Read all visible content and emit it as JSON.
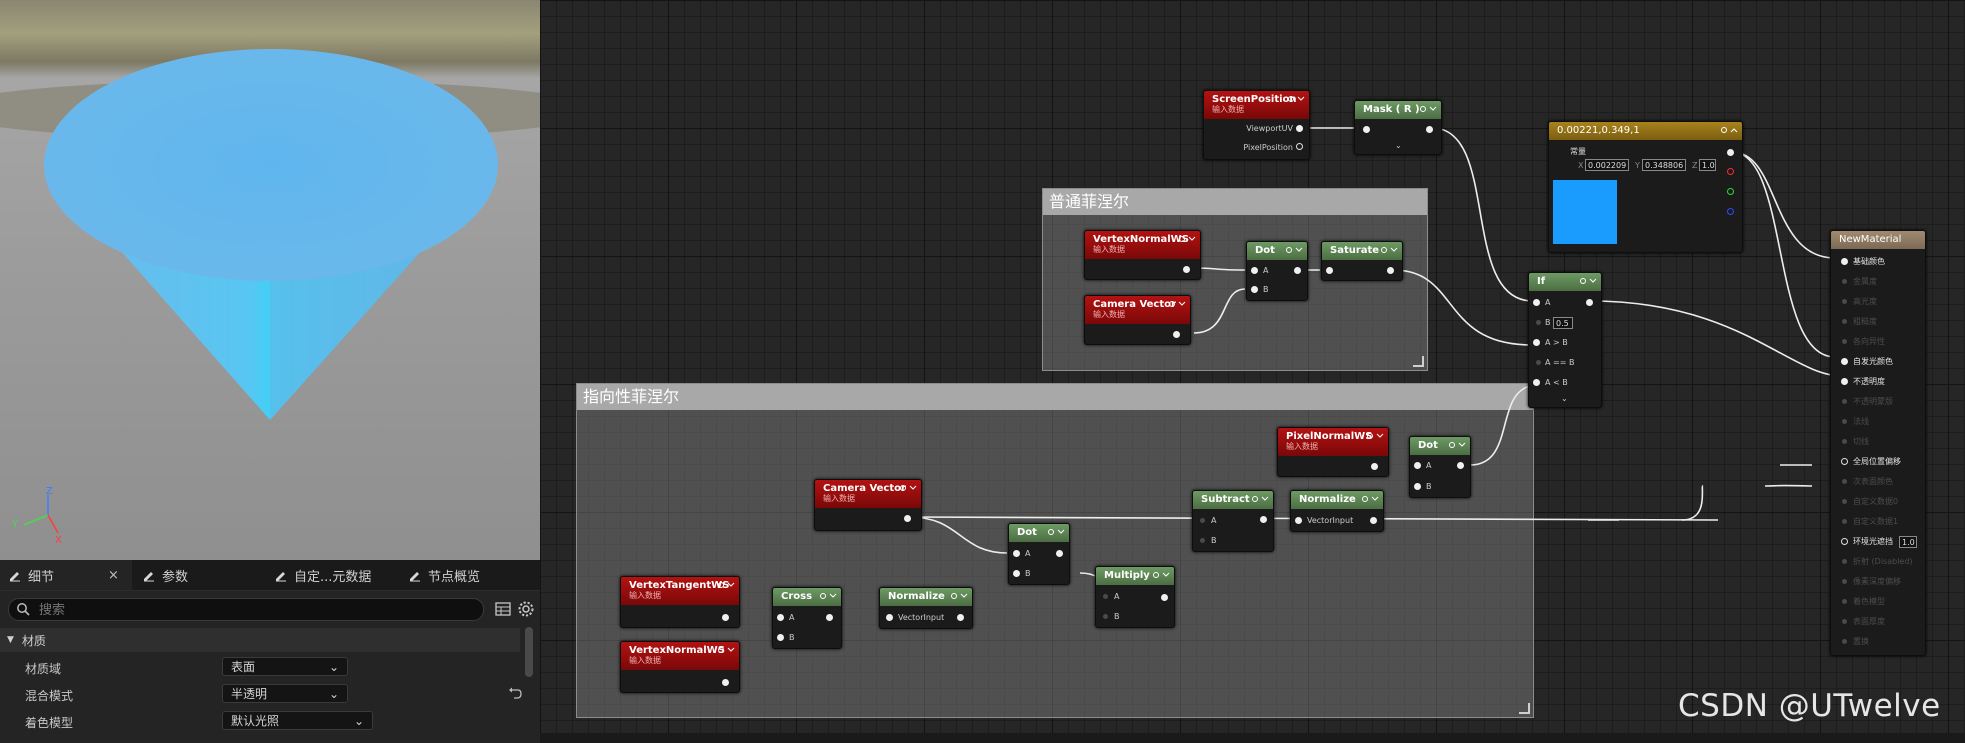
{
  "viewport": {
    "axis_labels": {
      "x": "X",
      "y": "Y",
      "z": "Z"
    }
  },
  "tabs": [
    {
      "label": "细节",
      "close": "×"
    },
    {
      "label": "参数"
    },
    {
      "label": "自定...元数据"
    },
    {
      "label": "节点概览"
    }
  ],
  "details": {
    "search_placeholder": "搜索",
    "category": "材质",
    "properties": [
      {
        "label": "材质域",
        "value": "表面"
      },
      {
        "label": "混合模式",
        "value": "半透明"
      },
      {
        "label": "着色模型",
        "value": "默认光照"
      }
    ]
  },
  "comments": {
    "normal_fresnel": "普通菲涅尔",
    "directional_fresnel": "指向性菲涅尔"
  },
  "nodes": {
    "screen_position": {
      "title": "ScreenPosition",
      "sub": "输入数据",
      "out1": "ViewportUV",
      "out2": "PixelPosition"
    },
    "mask": {
      "title": "Mask ( R )"
    },
    "vertex_normal_1": {
      "title": "VertexNormalWS",
      "sub": "输入数据"
    },
    "camera_vector_1": {
      "title": "Camera Vector",
      "sub": "输入数据"
    },
    "dot_1": {
      "title": "Dot",
      "a": "A",
      "b": "B"
    },
    "saturate": {
      "title": "Saturate"
    },
    "if": {
      "title": "If",
      "a": "A",
      "b": "B",
      "b_value": "0.5",
      "agb": "A > B",
      "aeb": "A == B",
      "alb": "A < B"
    },
    "constant": {
      "title": "0.00221,0.349,1",
      "label": "常量",
      "x_label": "X",
      "x": "0.002209",
      "y_label": "Y",
      "y": "0.348806",
      "z_label": "Z",
      "z": "1.0",
      "swatch": "#1a9cff"
    },
    "material": {
      "title": "NewMaterial",
      "pins": [
        "基础颜色",
        "金属度",
        "高光度",
        "粗糙度",
        "各向异性",
        "自发光颜色",
        "不透明度",
        "不透明蒙版",
        "法线",
        "切线",
        "全局位置偏移",
        "次表面颜色",
        "自定义数据0",
        "自定义数据1",
        "环境光遮挡",
        "折射 (Disabled)",
        "像素深度偏移",
        "着色模型",
        "表面厚度",
        "置换"
      ],
      "ao_value": "1.0"
    },
    "pixel_normal": {
      "title": "PixelNormalWS",
      "sub": "输入数据"
    },
    "dot_2": {
      "title": "Dot",
      "a": "A",
      "b": "B"
    },
    "camera_vector_2": {
      "title": "Camera Vector",
      "sub": "输入数据"
    },
    "subtract": {
      "title": "Subtract",
      "a": "A",
      "b": "B"
    },
    "normalize_1": {
      "title": "Normalize",
      "in": "VectorInput"
    },
    "dot_3": {
      "title": "Dot",
      "a": "A",
      "b": "B"
    },
    "multiply": {
      "title": "Multiply",
      "a": "A",
      "b": "B"
    },
    "vertex_tangent": {
      "title": "VertexTangentWS",
      "sub": "输入数据"
    },
    "cross": {
      "title": "Cross",
      "a": "A",
      "b": "B"
    },
    "normalize_2": {
      "title": "Normalize",
      "in": "VectorInput"
    },
    "vertex_normal_2": {
      "title": "VertexNormalWS",
      "sub": "输入数据"
    }
  },
  "watermark": "CSDN @UTwelve"
}
